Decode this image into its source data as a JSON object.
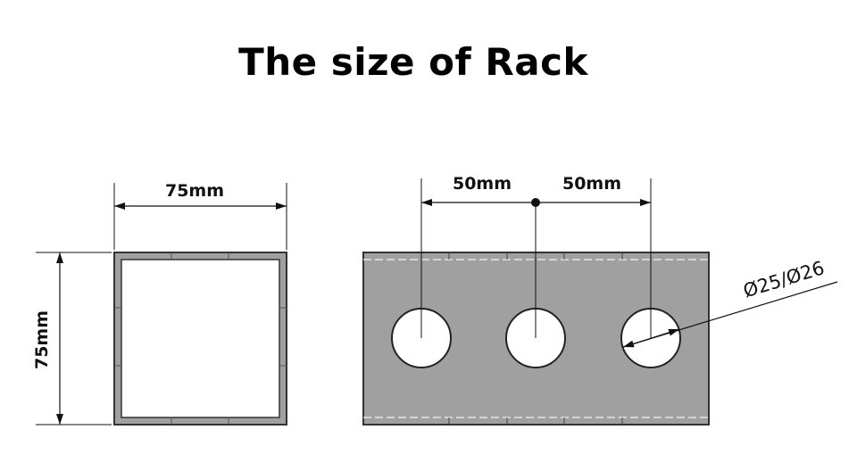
{
  "title": "The size of Rack",
  "colors": {
    "steel_fill": "#a0a0a0",
    "outline": "#333333",
    "hole": "#ffffff"
  },
  "front_view": {
    "width_label": "75mm",
    "height_label": "75mm"
  },
  "side_view": {
    "spacing_left_label": "50mm",
    "spacing_right_label": "50mm",
    "hole_diameter_label": "Ø25/Ø26",
    "hole_count": 3
  }
}
